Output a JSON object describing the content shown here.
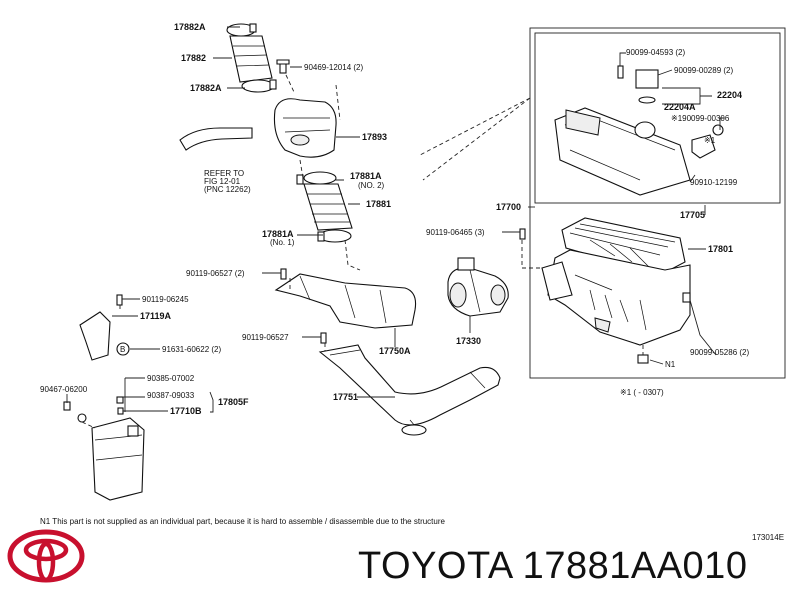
{
  "labels": {
    "p17882A_top": "17882A",
    "p17882": "17882",
    "p17882A_bot": "17882A",
    "p90469": "90469-12014 (2)",
    "p17893": "17893",
    "refer1": "REFER TO",
    "refer2": "FIG 12-01",
    "refer3": "(PNC 12262)",
    "p17881A_no2": "17881A",
    "no2": "(NO. 2)",
    "p17881": "17881",
    "p17881A_no1": "17881A",
    "no1": "(No. 1)",
    "p90119_06527_2": "90119-06527 (2)",
    "p90119_06245": "90119-06245",
    "p17119A": "17119A",
    "p91631": "91631-60622 (2)",
    "p90119_06527": "90119-06527",
    "p17750A": "17750A",
    "p90467": "90467-06200",
    "p90385": "90385-07002",
    "p90387": "90387-09033",
    "p17805F": "17805F",
    "p17710B": "17710B",
    "p17751": "17751",
    "p90099_04593": "90099-04593 (2)",
    "p90099_00289": "90099-00289 (2)",
    "p22204": "22204",
    "p22204A": "22204A",
    "p190099": "※190099-00306",
    "p1": "※1",
    "p90910": "90910-12199",
    "p17700": "17700",
    "p17705": "17705",
    "p90119_06465": "90119-06465 (3)",
    "p17801": "17801",
    "p17330": "17330",
    "p90099_05286": "90099-05286 (2)",
    "n1": "N1",
    "footnote_range": "※1 (      -  0307)",
    "note": "N1  This part is not supplied as an individual part, because it is hard to assemble / disassemble due to the structure",
    "fig_code": "173014E"
  },
  "brand": {
    "title": "TOYOTA 17881AA010",
    "logo": "toyota-logo",
    "logo_color": "#c8102e"
  }
}
